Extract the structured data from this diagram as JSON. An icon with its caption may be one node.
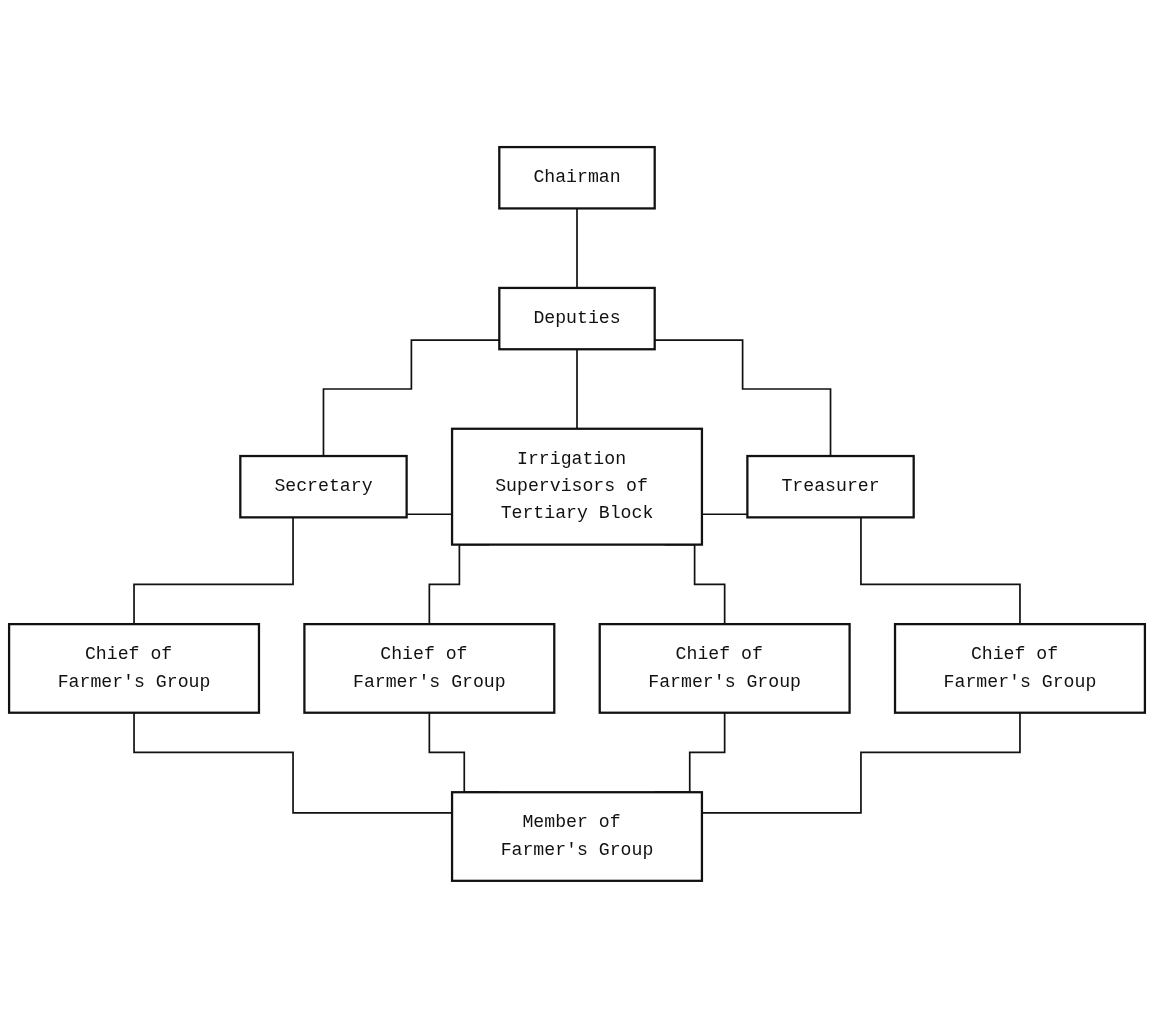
{
  "diagram": {
    "nodes": [
      {
        "text": [
          "Chairman"
        ]
      },
      {
        "text": [
          "Deputies"
        ]
      },
      {
        "text": [
          "Secretary"
        ]
      },
      {
        "text": [
          "Irrigation Supervisors of Tertiary Block"
        ]
      },
      {
        "text": [
          "Treasurer"
        ]
      },
      {
        "text": [
          "Chief of Farmer's Group"
        ]
      },
      {
        "text": [
          "Chief of Farmer's Group"
        ]
      },
      {
        "text": [
          "Chief of Farmer's Group"
        ]
      },
      {
        "text": [
          "Chief of Farmer's Group"
        ]
      },
      {
        "text": [
          "Member of Farmer's Group"
        ]
      }
    ],
    "edges": [
      {
        "from": 0,
        "to": 1,
        "arrow": "none"
      },
      {
        "from": 1,
        "to": 2,
        "arrow": "none"
      },
      {
        "from": 1,
        "to": 3,
        "arrow": "none"
      },
      {
        "from": 1,
        "to": 4,
        "arrow": "none"
      },
      {
        "from": 3,
        "to": 5,
        "arrow": "none"
      },
      {
        "from": 3,
        "to": 6,
        "arrow": "none"
      },
      {
        "from": 3,
        "to": 7,
        "arrow": "none"
      },
      {
        "from": 3,
        "to": 8,
        "arrow": "none"
      },
      {
        "from": 5,
        "to": 9,
        "arrow": "none"
      },
      {
        "from": 6,
        "to": 9,
        "arrow": "none"
      },
      {
        "from": 7,
        "to": 9,
        "arrow": "none"
      },
      {
        "from": 8,
        "to": 9,
        "arrow": "none"
      }
    ]
  }
}
